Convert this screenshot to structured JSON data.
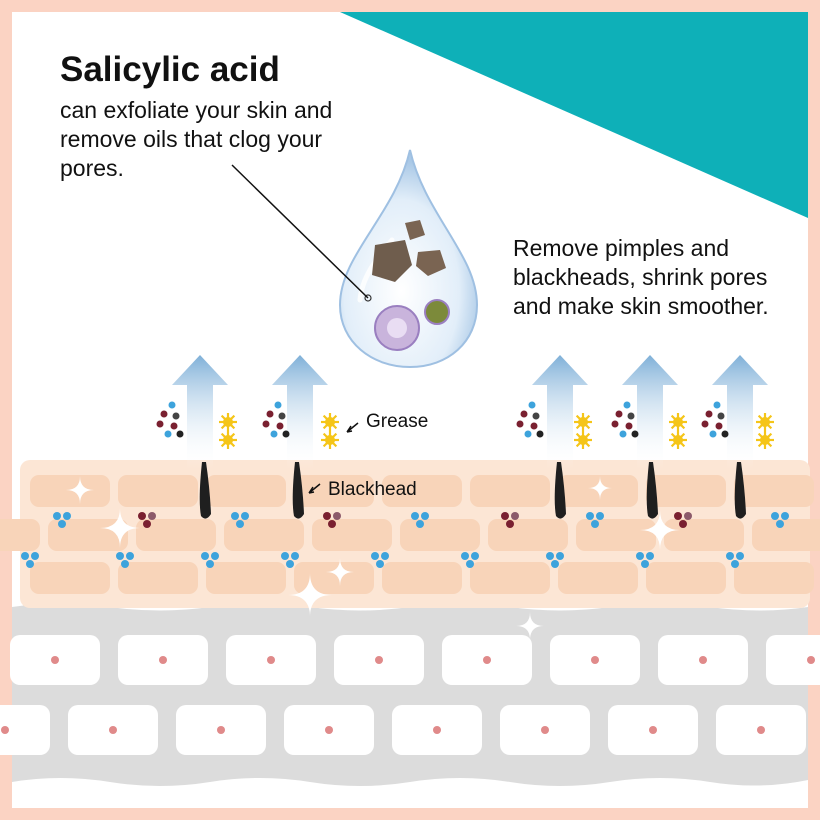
{
  "heading": {
    "title": "Salicylic acid"
  },
  "description": {
    "lines": [
      "can exfoliate your skin and",
      "remove oils that clog your",
      "pores."
    ]
  },
  "benefit": {
    "lines": [
      "Remove pimples and",
      "blackheads, shrink pores",
      "and make skin smoother."
    ]
  },
  "labels": {
    "grease": "Grease",
    "blackhead": "Blackhead"
  },
  "colors": {
    "frame": "#fbd3c3",
    "teal_corner": "#0eb0b8",
    "skin_band": "#fce6d5",
    "skin_cell": "#f8d4b9",
    "dermis": "#dcdcdc",
    "arrow": "#8ab6d9",
    "blackhead": "#1f1f1f",
    "grease_dot": "#f5c518",
    "blue_dot": "#3da3dc",
    "dark_red_dot": "#7a2030"
  }
}
